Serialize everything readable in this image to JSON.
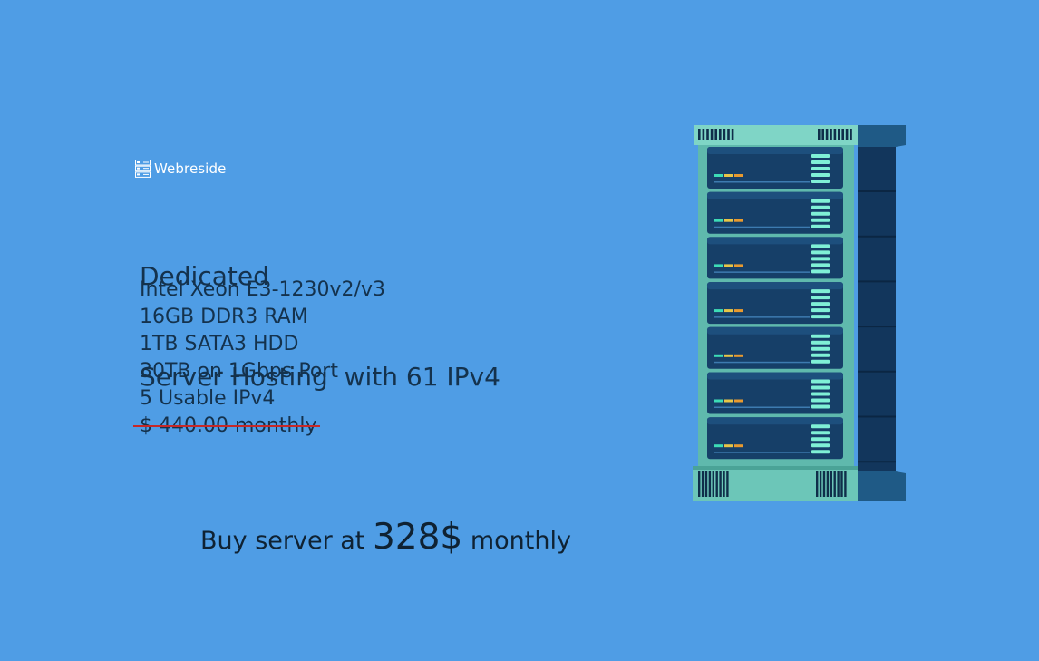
{
  "brand": {
    "name": "Webreside"
  },
  "headline": {
    "line1": "Dedicated",
    "line2": "Server Hosting  with 61 IPv4"
  },
  "specs": [
    "Intel Xeon E3-1230v2/v3",
    "16GB DDR3 RAM",
    "1TB SATA3 HDD",
    "30TB on 1Gbps Port",
    "5 Usable IPv4"
  ],
  "old_price": "$ 440.00 monthly",
  "cta": {
    "prefix": "Buy server at",
    "amount": "328$",
    "suffix": "monthly"
  },
  "colors": {
    "background": "#4f9de5",
    "text": "#14324d",
    "strike": "#c62828",
    "rack_frame": "#5fb9ad",
    "rack_unit": "#163f68"
  },
  "illustration": {
    "icon": "server-rack-icon"
  }
}
